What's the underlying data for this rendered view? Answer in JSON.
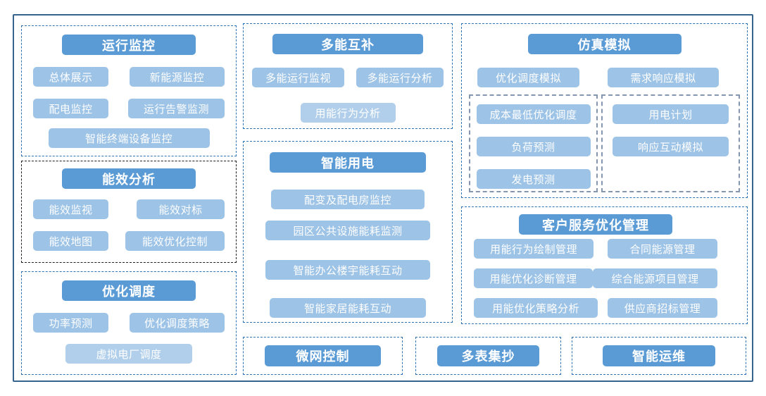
{
  "palette": {
    "header_fill": "#5B9BD5",
    "item_fill": "#9DC3E6",
    "item_fill_light": "#B1CFEA",
    "outer_border": "#35648F",
    "section_border": "#2E74B5",
    "section_border_dark": "#1F1F1F",
    "inner_border": "#8496B0",
    "text": "#FFFFFF",
    "background": "#FFFFFF"
  },
  "sections": {
    "operation_monitoring": {
      "title": "运行监控",
      "items": [
        "总体展示",
        "新能源监控",
        "配电监控",
        "运行告警监测",
        "智能终端设备监控"
      ]
    },
    "energy_efficiency": {
      "title": "能效分析",
      "items": [
        "能效监视",
        "能效对标",
        "能效地图",
        "能效优化控制"
      ]
    },
    "optimal_dispatch": {
      "title": "优化调度",
      "items": [
        "功率预测",
        "优化调度策略",
        "虚拟电厂调度"
      ]
    },
    "multi_energy": {
      "title": "多能互补",
      "items": [
        "多能运行监视",
        "多能运行分析",
        "用能行为分析"
      ]
    },
    "smart_power": {
      "title": "智能用电",
      "items": [
        "配变及配电房监控",
        "园区公共设施能耗监测",
        "智能办公楼宇能耗互动",
        "智能家居能耗互动"
      ]
    },
    "simulation": {
      "title": "仿真模拟",
      "items": [
        "优化调度模拟",
        "需求响应模拟"
      ],
      "inner_left": [
        "成本最低优化调度",
        "负荷预测",
        "发电预测"
      ],
      "inner_right": [
        "用电计划",
        "响应互动模拟"
      ]
    },
    "customer_service": {
      "title": "客户服务优化管理",
      "left": [
        "用能行为绘制管理",
        "用能优化诊断管理",
        "用能优化策略分析"
      ],
      "right": [
        "合同能源管理",
        "综合能源项目管理",
        "供应商招标管理"
      ]
    },
    "microgrid_control": {
      "title": "微网控制"
    },
    "multi_meter_reading": {
      "title": "多表集抄"
    },
    "smart_om": {
      "title": "智能运维"
    }
  }
}
